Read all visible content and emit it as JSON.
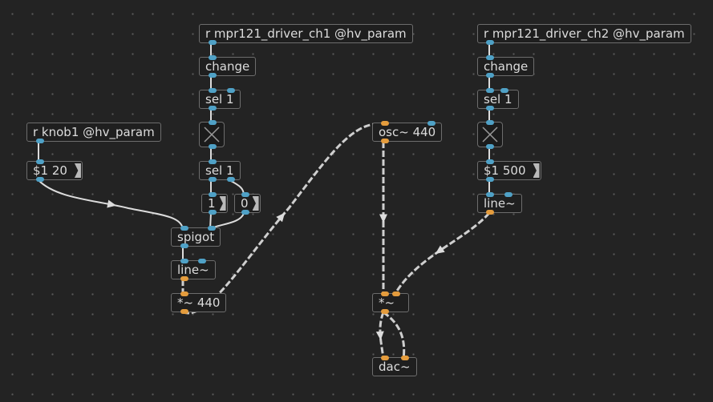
{
  "patch": {
    "objects": {
      "r_knob1": "r knob1 @hv_param",
      "msg_120": "$1 20",
      "spigot": "spigot",
      "line1": "line~",
      "mul440": "*~ 440",
      "r_ch1": "r mpr121_driver_ch1 @hv_param",
      "change1": "change",
      "sel1a": "sel 1",
      "sel1b": "sel 1",
      "msg_one": "1",
      "msg_zero": "0",
      "osc": "osc~ 440",
      "mul_sig": "*~",
      "dac": "dac~",
      "r_ch2": "r mpr121_driver_ch2 @hv_param",
      "change2": "change",
      "sel2": "sel 1",
      "msg_1500": "$1 500",
      "line2": "line~"
    },
    "colors": {
      "background": "#232323",
      "grid_dot": "#5a5a5a",
      "box_border": "#6d6d6d",
      "text": "#dcdcdc",
      "control_port": "#4fa1c6",
      "signal_port": "#e49c3d",
      "control_cable": "#dcdcdc",
      "signal_cable": "#cfcfcf"
    }
  }
}
